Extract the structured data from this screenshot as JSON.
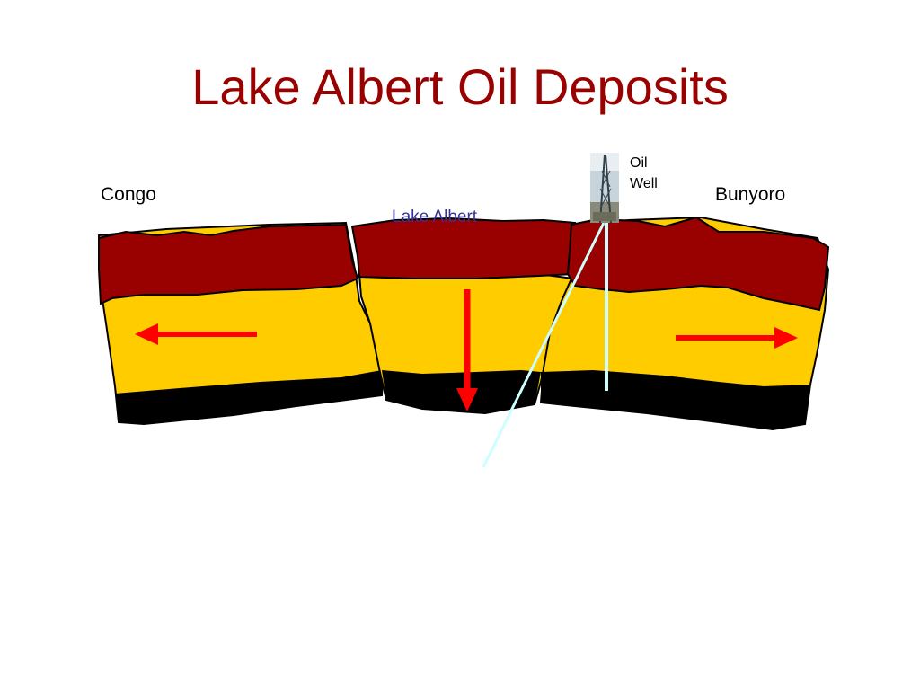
{
  "title": "Lake Albert Oil Deposits",
  "labels": {
    "left_region": "Congo",
    "right_region": "Bunyoro",
    "lake": "Lake Albert",
    "well_line1": "Oil",
    "well_line2": "Well"
  },
  "colors": {
    "title": "#990000",
    "top_layer": "#990000",
    "middle_layer": "#ffcc00",
    "bottom_layer": "#000000",
    "arrows": "#ff0000",
    "lake_text": "#333399",
    "fault_lines": "#ccffff",
    "text": "#000000"
  },
  "arrows": [
    {
      "name": "left",
      "direction": "west"
    },
    {
      "name": "down",
      "direction": "south"
    },
    {
      "name": "right",
      "direction": "east"
    }
  ],
  "icons": [
    "oil-derrick-icon"
  ]
}
